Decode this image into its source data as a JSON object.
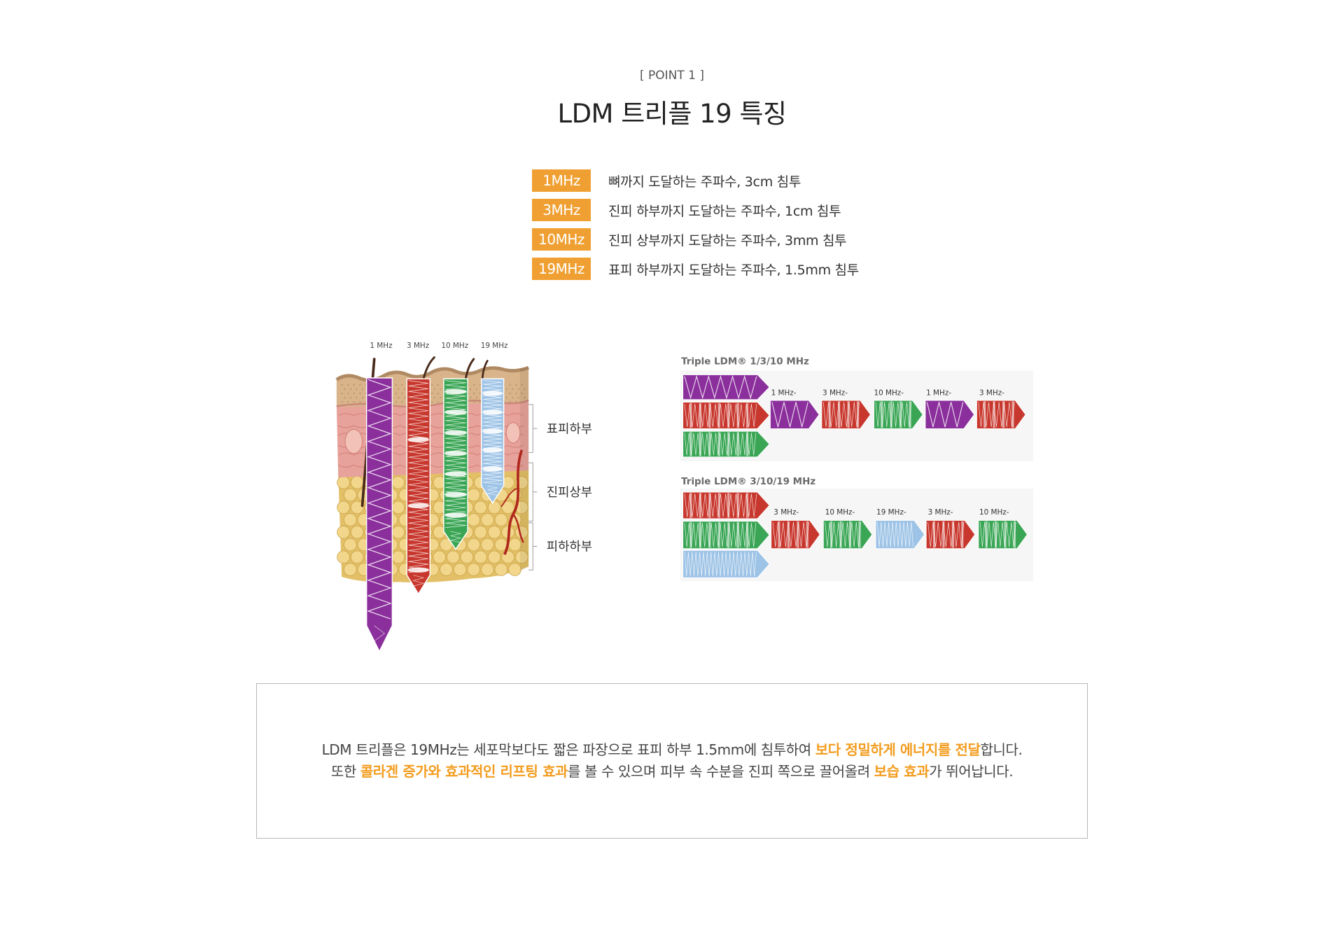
{
  "header": {
    "eyebrow": "[ POINT 1 ]",
    "title": "LDM 트리플 19 특징"
  },
  "frequencies": [
    {
      "badge": "1MHz",
      "desc": "뼈까지 도달하는 주파수, 3cm 침투"
    },
    {
      "badge": "3MHz",
      "desc": "진피 하부까지 도달하는 주파수, 1cm 침투"
    },
    {
      "badge": "10MHz",
      "desc": "진피 상부까지 도달하는 주파수, 3mm 침투"
    },
    {
      "badge": "19MHz",
      "desc": "표피 하부까지 도달하는 주파수, 1.5mm 침투"
    }
  ],
  "skin_diagram": {
    "column_labels": [
      "1 MHz",
      "3 MHz",
      "10 MHz",
      "19 MHz"
    ],
    "layer_labels": [
      "표피하부",
      "진피상부",
      "피하하부"
    ]
  },
  "ldm_chart": {
    "panels": [
      {
        "title": "Triple LDM® 1/3/10 MHz",
        "stack": [
          "#8b2f9c",
          "#c8372d",
          "#3aa655"
        ],
        "sequence_labels": [
          "1 MHz-",
          "3 MHz-",
          "10 MHz-",
          "1 MHz-",
          "3 MHz-"
        ],
        "sequence": [
          "#8b2f9c",
          "#c8372d",
          "#3aa655",
          "#8b2f9c",
          "#c8372d"
        ]
      },
      {
        "title": "Triple LDM® 3/10/19 MHz",
        "stack": [
          "#c8372d",
          "#3aa655",
          "#9dc3e6"
        ],
        "sequence_labels": [
          "3 MHz-",
          "10 MHz-",
          "19 MHz-",
          "3 MHz-",
          "10 MHz-"
        ],
        "sequence": [
          "#c8372d",
          "#3aa655",
          "#9dc3e6",
          "#c8372d",
          "#3aa655"
        ]
      }
    ]
  },
  "summary": {
    "line1": [
      {
        "text": "LDM 트리플은 19MHz는 세포막보다도 짧은 파장으로 표피 하부 1.5mm에 침투하여 ",
        "highlight": false
      },
      {
        "text": "보다 정밀하게 에너지를 전달",
        "highlight": true
      },
      {
        "text": "합니다.",
        "highlight": false
      }
    ],
    "line2": [
      {
        "text": "또한 ",
        "highlight": false
      },
      {
        "text": "콜라겐 증가와 효과적인 리프팅 효과",
        "highlight": true
      },
      {
        "text": "를 볼 수 있으며 피부 속 수분을 진피 쪽으로 끌어올려 ",
        "highlight": false
      },
      {
        "text": "보습 효과",
        "highlight": true
      },
      {
        "text": "가 뛰어납니다.",
        "highlight": false
      }
    ]
  },
  "colors": {
    "badge": "#f0a032",
    "accent": "#f39c1e",
    "wave_1mhz": "#8b2f9c",
    "wave_3mhz": "#c8372d",
    "wave_10mhz": "#3aa655",
    "wave_19mhz": "#9dc3e6"
  }
}
